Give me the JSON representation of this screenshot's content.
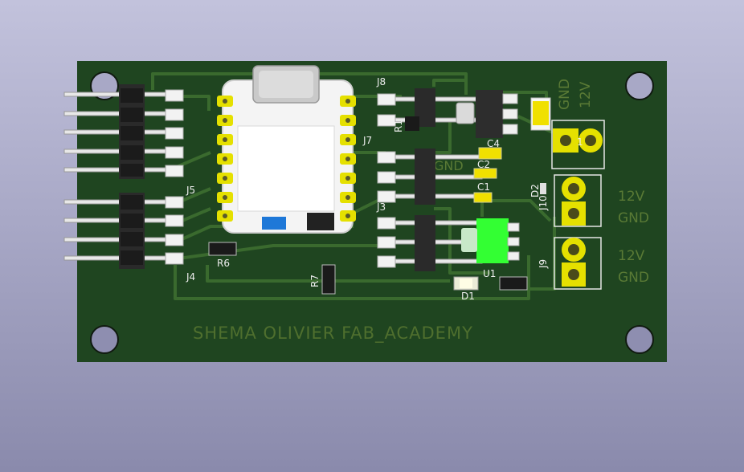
{
  "board": {
    "title": "SHEMA OLIVIER FAB_ACADEMY",
    "colors": {
      "board": "#1f4520",
      "trace": "#3a6a2e",
      "pad": "#e5e000",
      "silk": "#eeeeee",
      "connector_body": "#2a2a2a",
      "pin": "#e8e8e8",
      "led_green": "#33ff33"
    }
  },
  "refs": {
    "j3": "J3",
    "j4": "J4",
    "j5": "J5",
    "j7": "J7",
    "j8": "J8",
    "j9": "J9",
    "j10": "J10",
    "r6": "R6",
    "r7": "R7",
    "r1": "R1",
    "c1": "C1",
    "c2": "C2",
    "c4": "C4",
    "d1": "D1",
    "d2": "D2",
    "u1": "U1",
    "gnd": "GND",
    "v12": "12V",
    "p1": "1"
  },
  "power_labels": {
    "top_gnd": "GND",
    "top_12v": "12V",
    "mid_12v": "12V",
    "mid_gnd": "GND",
    "bot_12v": "12V",
    "bot_gnd": "GND"
  }
}
